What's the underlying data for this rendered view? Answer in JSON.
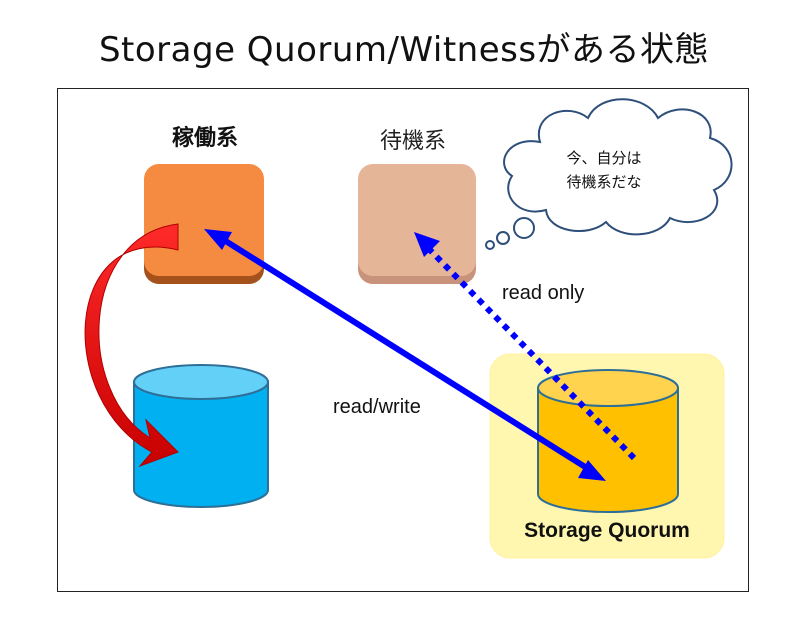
{
  "title": "Storage Quorum/Witnessがある状態",
  "nodes": {
    "active": {
      "label": "稼働系",
      "color": "#f58b40"
    },
    "standby": {
      "label": "待機系",
      "color": "#e5b597"
    }
  },
  "thought_bubble": {
    "line1": "今、自分は",
    "line2": "待機系だな"
  },
  "storage": {
    "local_disk_color": "#00b0f0",
    "quorum_label": "Storage Quorum",
    "quorum_color": "#ffc000",
    "quorum_area_color": "#fff7b0"
  },
  "connections": {
    "read_write_label": "read/write",
    "read_only_label": "read only",
    "connection_color": "#0000ff",
    "failover_color": "#e00000"
  }
}
